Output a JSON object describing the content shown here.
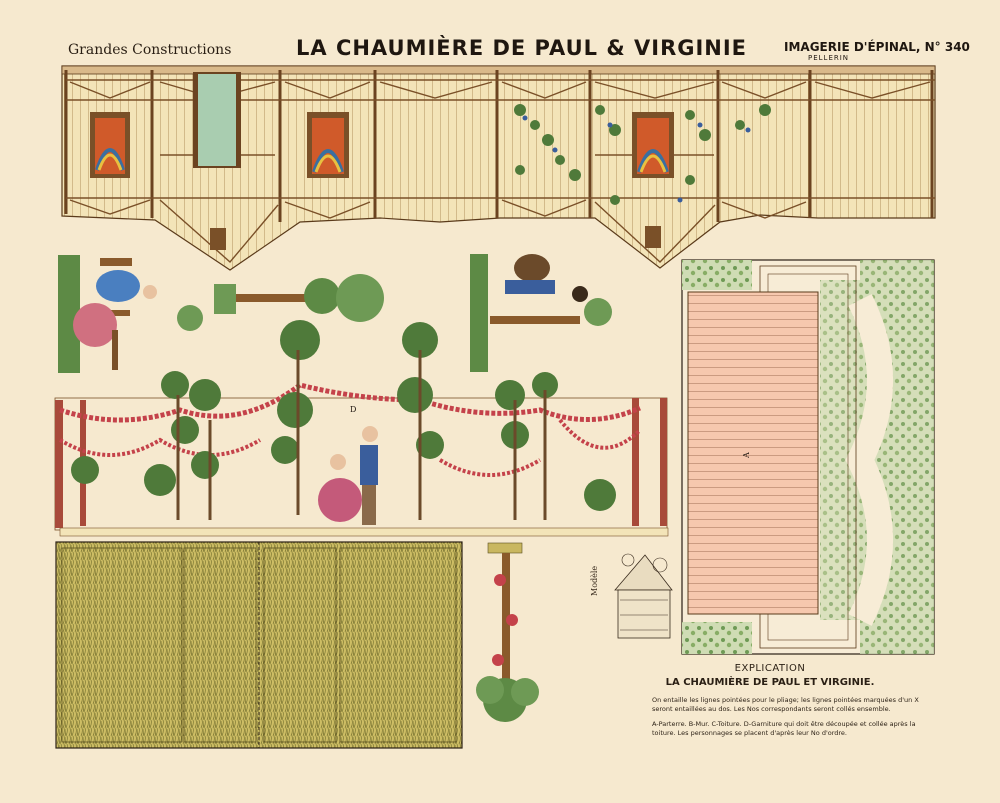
{
  "header": {
    "left": "Grandes Constructions",
    "title": "LA CHAUMIÈRE DE PAUL & VIRGINIE",
    "right": "IMAGERIE D'ÉPINAL, N° 340",
    "publisher": "PELLERIN"
  },
  "model_label": "Modèle",
  "labels": {
    "parterre": "A",
    "garniture": "D"
  },
  "explanation": {
    "heading": "EXPLICATION",
    "subtitle": "LA CHAUMIÈRE DE PAUL ET VIRGINIE.",
    "paragraph1": "On entaille les lignes pointées pour le pliage; les lignes pointées marquées d'un X seront entaillées au dos. Les Nos correspondants seront collés ensemble.",
    "paragraph2": "A-Parterre. B-Mur. C-Toiture. D-Garniture qui doit être découpée et collée après la toiture. Les personnages se placent d'après leur No d'ordre."
  },
  "colors": {
    "paper": "#f6e9cf",
    "wood": "#8a5a2b",
    "wall": "#f3e4b8",
    "foliage": "#4f7a3a",
    "thatch": "#c9b760",
    "floor": "#f6c8ae",
    "flowers": "#c4424a"
  }
}
